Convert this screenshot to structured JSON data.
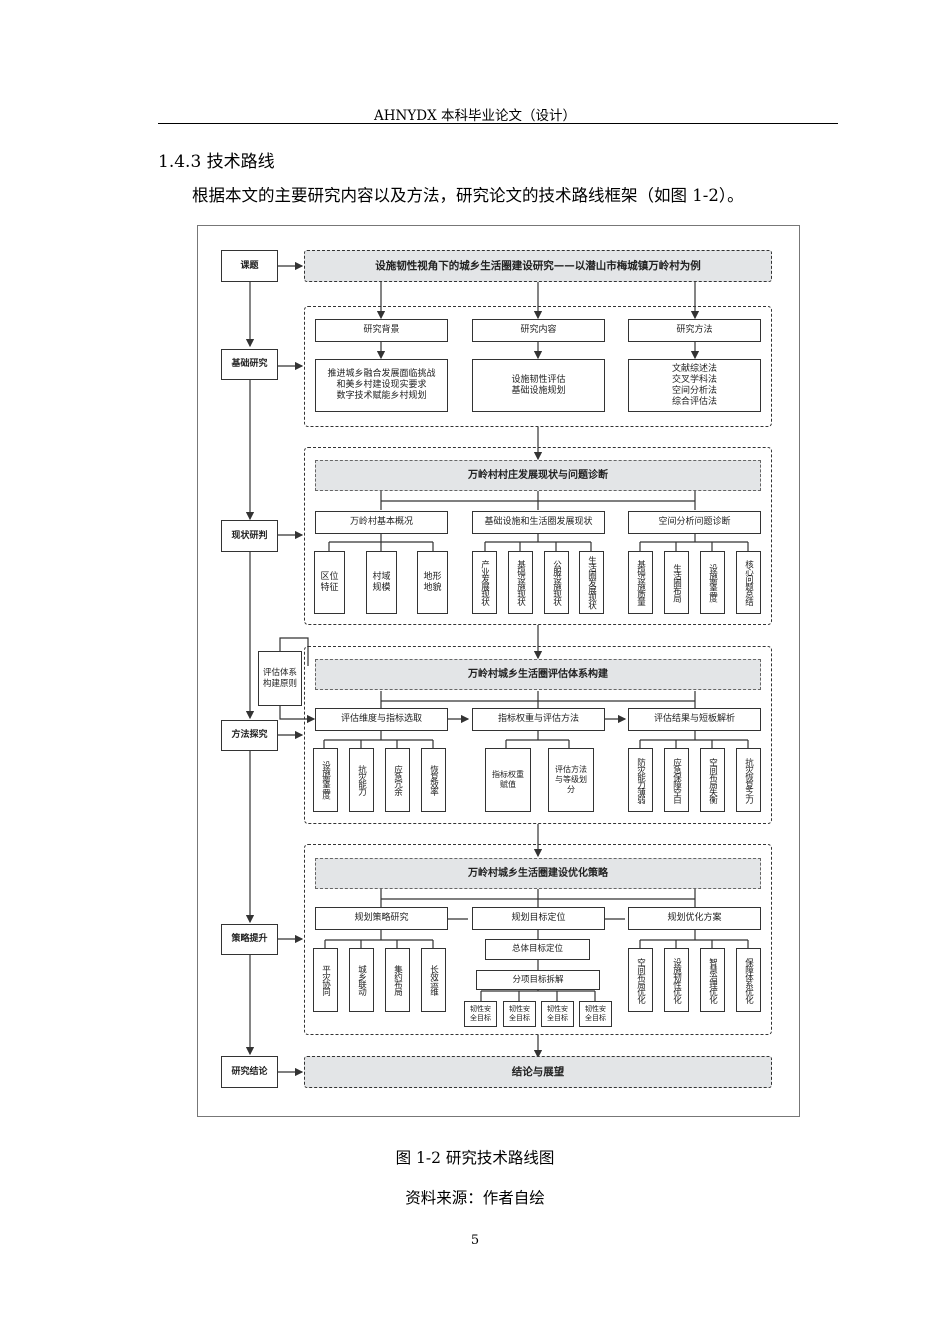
{
  "header": "AHNYDX 本科毕业论文（设计）",
  "section": "1.4.3 技术路线",
  "paragraph": "根据本文的主要研究内容以及方法，研究论文的技术路线框架（如图 1-2）。",
  "caption": "图 1-2 研究技术路线图",
  "source": "资料来源：作者自绘",
  "page_number": "5",
  "diagram": {
    "left_labels": [
      "课题",
      "基础研究",
      "现状研判",
      "方法探究",
      "策略提升",
      "研究结论"
    ],
    "title": "设施韧性视角下的城乡生活圈建设研究——以潜山市梅城镇万岭村为例",
    "basic": {
      "headers": [
        "研究背景",
        "研究内容",
        "研究方法"
      ],
      "bodies": [
        "推进城乡融合发展面临挑战\n和美乡村建设现实要求\n数字技术赋能乡村规划",
        "设施韧性评估\n基础设施规划",
        "文献综述法\n交叉学科法\n空间分析法\n综合评估法"
      ]
    },
    "status": {
      "title": "万岭村村庄发展现状与问题诊断",
      "headers": [
        "万岭村基本概况",
        "基础设施和生活圈发展现状",
        "空间分析问题诊断"
      ],
      "g1": [
        "区位\n特征",
        "村域\n规模",
        "地形\n地貌"
      ],
      "g2": [
        "产业发展现状",
        "基础设施现状",
        "公服设施现状",
        "生活圈发展现状"
      ],
      "g3": [
        "基础设施质量",
        "生活圈布局",
        "设施覆盖度",
        "核心问题总结"
      ]
    },
    "principle": "评估体系\n构建原则",
    "method": {
      "title": "万岭村城乡生活圈评估体系构建",
      "headers": [
        "评估维度与指标选取",
        "指标权重与评估方法",
        "评估结果与短板解析"
      ],
      "g1": [
        "设施覆盖度",
        "抗灾能力",
        "应急冗余",
        "恢复效率"
      ],
      "g2": [
        "指标权重\n赋值",
        "评估方法\n与等级划\n分"
      ],
      "g3": [
        "防灾能力薄弱",
        "应急保障空白",
        "空间布局失衡",
        "抗灾恢复乏力"
      ]
    },
    "strategy": {
      "title": "万岭村城乡生活圈建设优化策略",
      "headers": [
        "规划策略研究",
        "规划目标定位",
        "规划优化方案"
      ],
      "g1": [
        "平灾协同",
        "城乡联动",
        "集约布局",
        "长效运维"
      ],
      "target_total": "总体目标定位",
      "target_split": "分项目标拆解",
      "targets": [
        "韧性安\n全目标",
        "韧性安\n全目标",
        "韧性安\n全目标",
        "韧性安\n全目标"
      ],
      "g3": [
        "空间布局优化",
        "设施韧性优化",
        "智慧治理优化",
        "保障体系优化"
      ]
    },
    "conclusion": "结论与展望"
  }
}
